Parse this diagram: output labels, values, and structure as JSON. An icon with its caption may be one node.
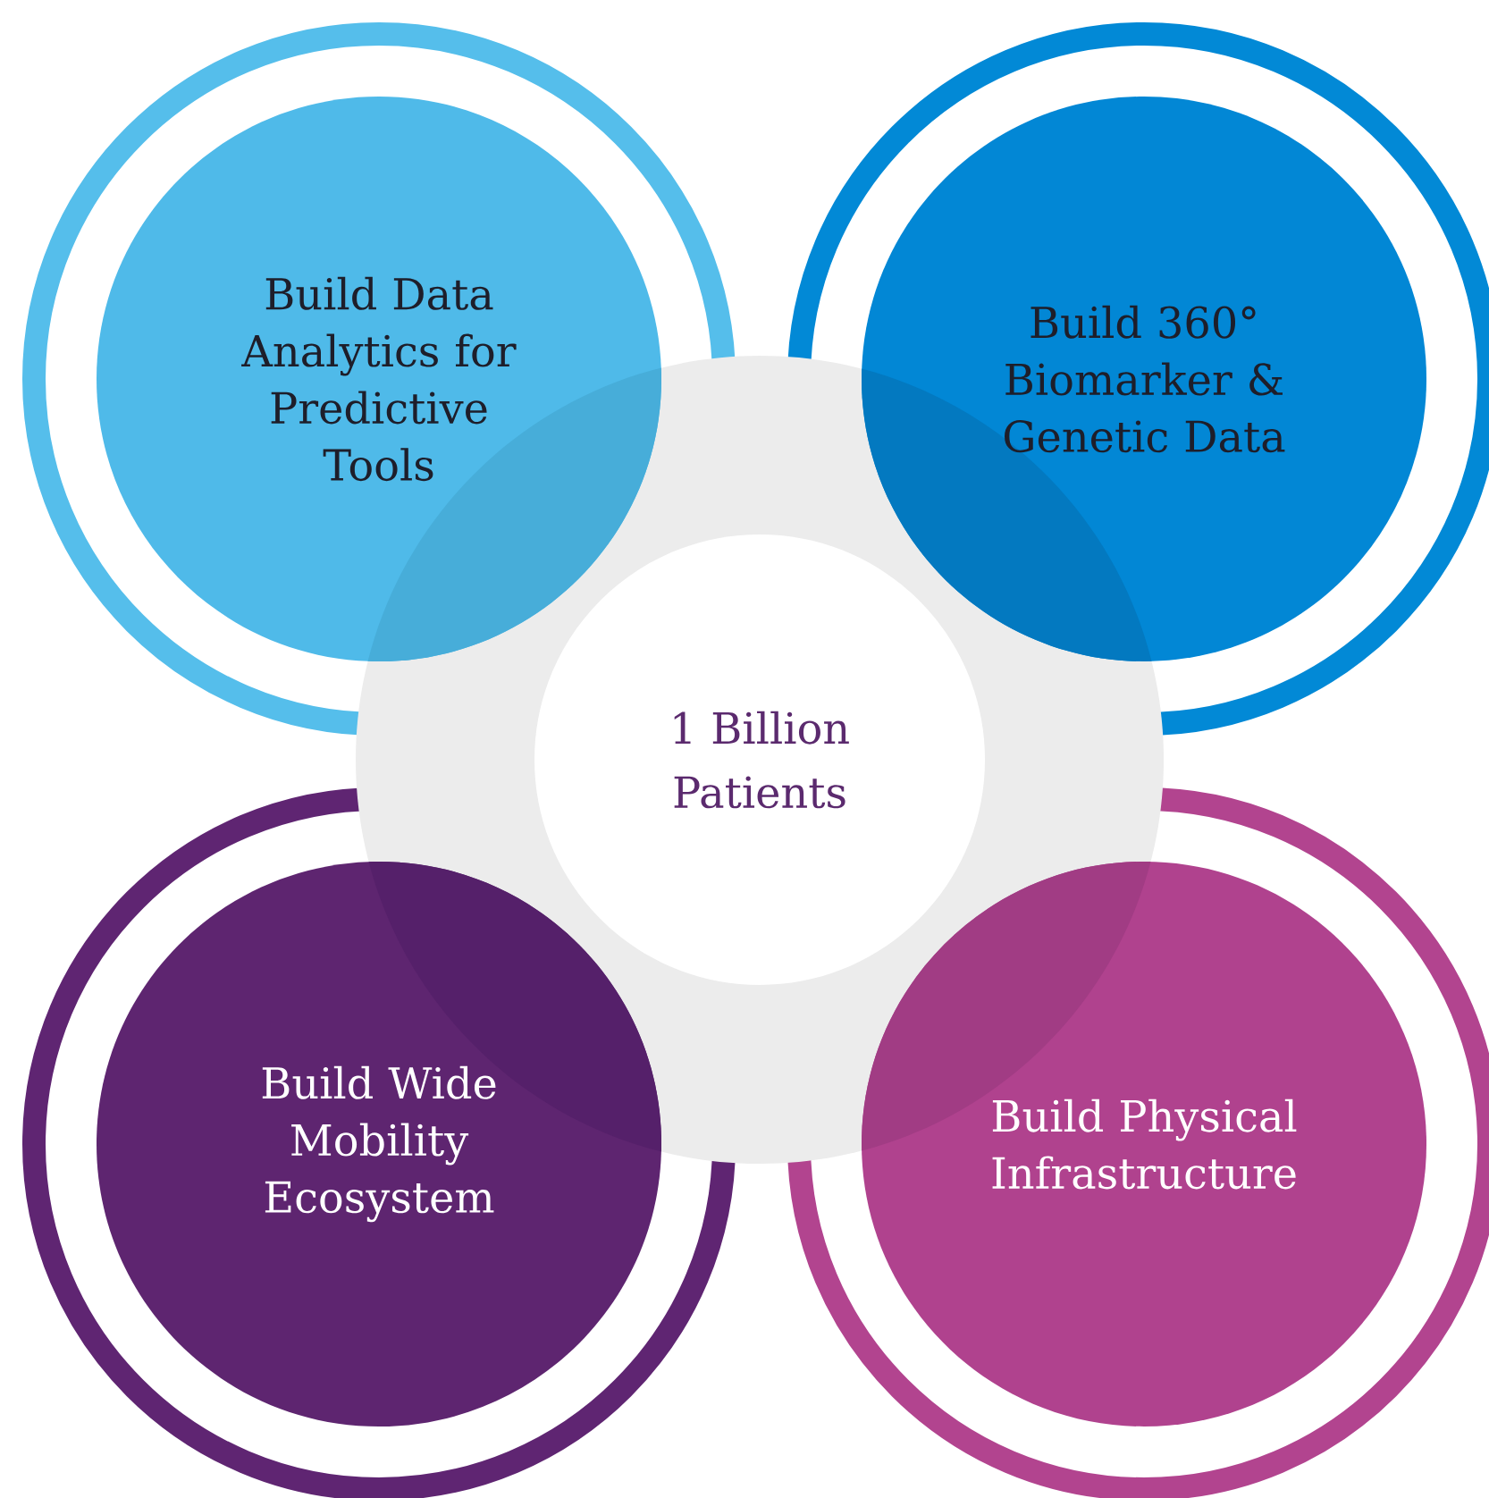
{
  "diagram": {
    "nodes": [
      {
        "text": [
          "Build Data Analytics for Predictive Tools"
        ]
      },
      {
        "text": [
          "Build 360° Biomarker & Genetic Data"
        ]
      },
      {
        "text": [
          "1 Billion Patients"
        ]
      },
      {
        "text": [
          "Build Wide Mobility Ecosystem"
        ]
      },
      {
        "text": [
          "Build Physical Infrastructure"
        ]
      }
    ]
  }
}
